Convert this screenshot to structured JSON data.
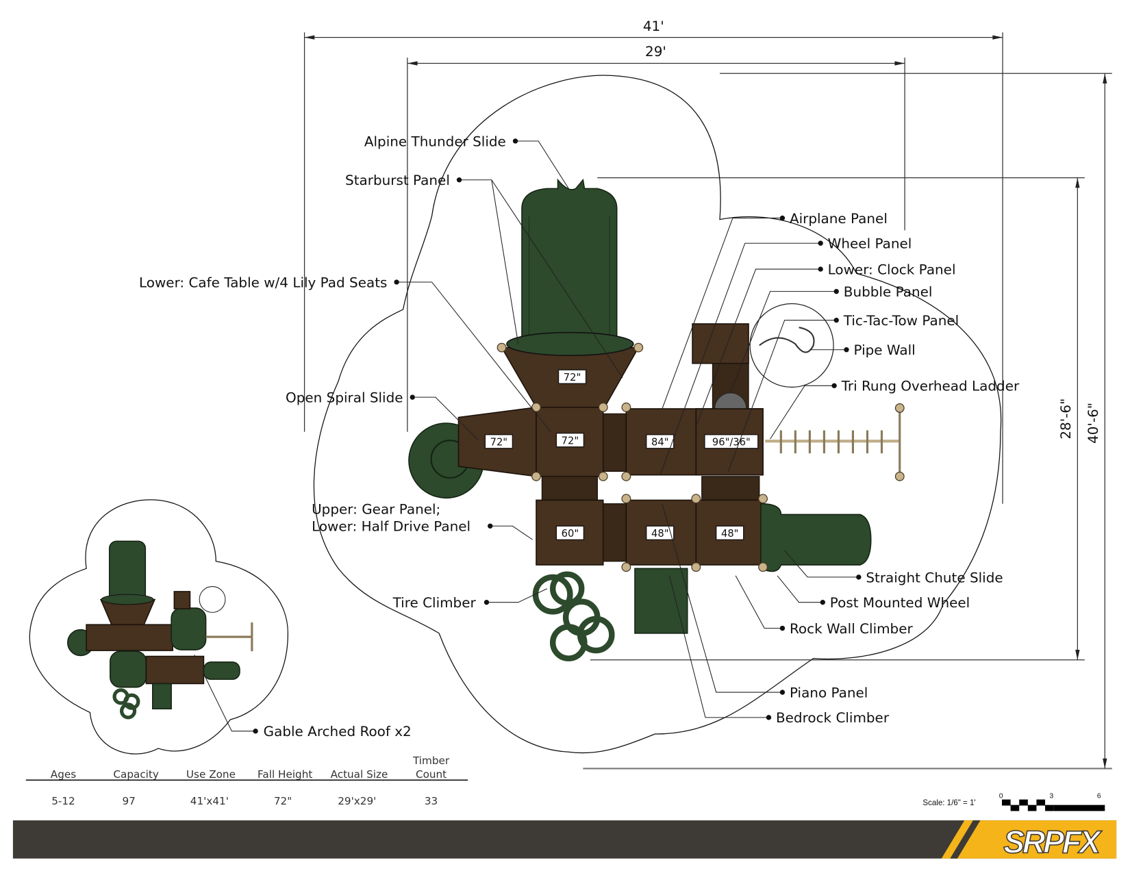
{
  "dimensions": {
    "overall_width": "41'",
    "actual_width": "29'",
    "actual_depth": "28'-6\"",
    "overall_depth": "40'-6\""
  },
  "deck_heights": [
    "72\"",
    "72\"",
    "72\"",
    "84\"",
    "96\"/36\"",
    "60\"",
    "48\"",
    "48\""
  ],
  "callouts": {
    "alpine_thunder_slide": "Alpine Thunder Slide",
    "starburst_panel": "Starburst Panel",
    "cafe_table": "Lower: Cafe Table w/4 Lily Pad Seats",
    "open_spiral_slide": "Open Spiral Slide",
    "gear_panel": "Upper: Gear Panel;",
    "half_drive_panel": "Lower: Half Drive Panel",
    "tire_climber": "Tire Climber",
    "gable_arched_roof": "Gable Arched Roof x2",
    "airplane_panel": "Airplane Panel",
    "wheel_panel": "Wheel Panel",
    "clock_panel": "Lower: Clock Panel",
    "bubble_panel": "Bubble Panel",
    "tic_tac_tow_panel": "Tic-Tac-Tow Panel",
    "pipe_wall": "Pipe Wall",
    "tri_rung_ladder": "Tri Rung Overhead Ladder",
    "straight_chute_slide": "Straight Chute Slide",
    "post_mounted_wheel": "Post Mounted Wheel",
    "rock_wall_climber": "Rock Wall Climber",
    "piano_panel": "Piano Panel",
    "bedrock_climber": "Bedrock Climber"
  },
  "specs": {
    "headers": [
      "Ages",
      "Capacity",
      "Use Zone",
      "Fall Height",
      "Actual Size",
      "Timber",
      "Count"
    ],
    "values": [
      "5-12",
      "97",
      "41'x41'",
      "72\"",
      "29'x29'",
      "33"
    ]
  },
  "scale": {
    "label": "Scale: 1/6\" = 1'",
    "ticks": [
      "0",
      "3",
      "6"
    ]
  },
  "footer": {
    "logo_text": "SRPFX",
    "band_color": "#3e3a35",
    "accent_color": "#f4b41a"
  }
}
